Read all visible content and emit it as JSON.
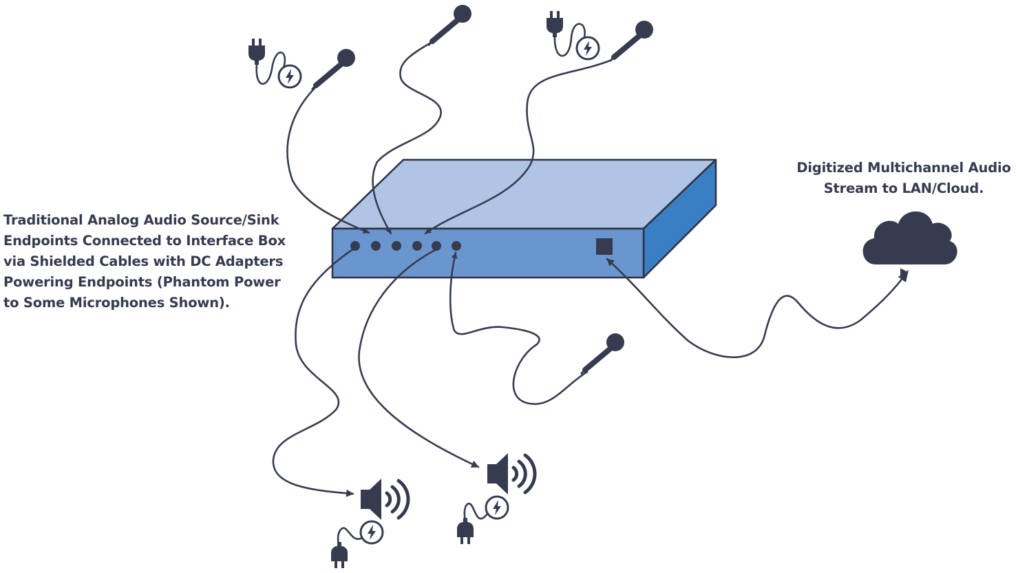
{
  "labels": {
    "left": [
      "Traditional Analog Audio Source/Sink",
      "Endpoints Connected to Interface Box",
      "via Shielded Cables with DC Adapters",
      "Powering Endpoints (Phantom Power",
      "to Some Microphones Shown)."
    ],
    "right": [
      "Digitized Multichannel Audio",
      "Stream to LAN/Cloud."
    ]
  },
  "colors": {
    "ink": "#363b4f",
    "box_top": "#b0c4e5",
    "box_front": "#6a96cf",
    "box_side": "#3a7fc3",
    "box_outline": "#2f3446"
  },
  "icons": [
    "microphone-icon",
    "speaker-icon",
    "power-plug-icon",
    "lightning-bolt-icon",
    "cloud-icon",
    "network-port-icon",
    "audio-jack-icon"
  ]
}
